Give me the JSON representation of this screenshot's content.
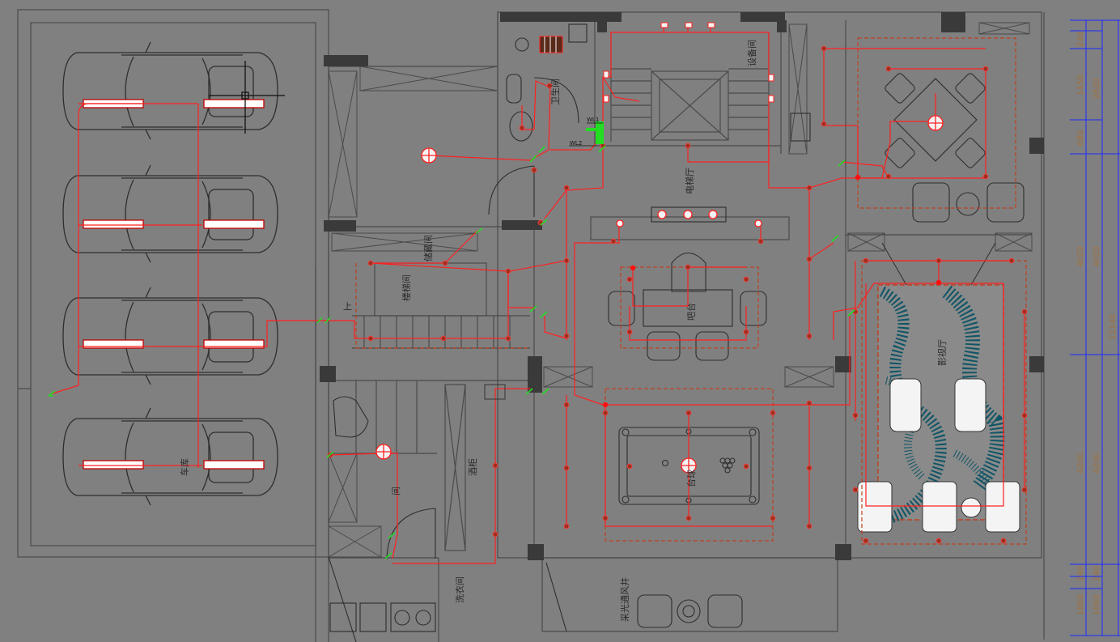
{
  "rooms": {
    "garage": "车库",
    "bathroom": "卫生间",
    "equipment": "设备间",
    "elevator_hall": "电梯厅",
    "storage": "储藏间",
    "stairwell": "楼梯间",
    "bar": "吧台",
    "wine_cabinet": "酒柜",
    "laundry": "洗衣间",
    "light_well": "采光通风井",
    "closet": "间",
    "cinema": "影视厅",
    "billiard": "台球"
  },
  "panel_tags": {
    "wl1": "WL1",
    "wl2": "WL2"
  },
  "stair_up": "上",
  "dimensions": [
    "240",
    "1450",
    "2620",
    "680",
    "4020",
    "4020",
    "12140",
    "4200",
    "4200",
    "240",
    "240",
    "1060",
    "1060"
  ],
  "colors": {
    "background": "#808080",
    "wall": "#4a4a4a",
    "wiring": "#ff2020",
    "switch": "#22dd22",
    "dimension": "#1a2aff",
    "dim_text": "#a0703c",
    "carpet": "#0f5566"
  }
}
